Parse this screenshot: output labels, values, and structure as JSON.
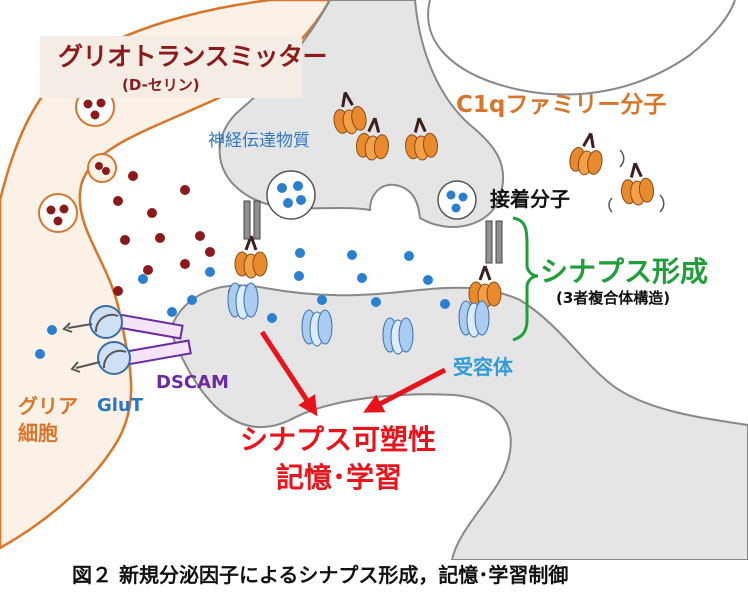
{
  "labels": {
    "gliotransmitter": "グリオトランスミッター",
    "dserine": "(D-セリン)",
    "c1q_family": "C1qファミリー分子",
    "neurotransmitter": "神経伝達物質",
    "adhesion": "接着分子",
    "synapse_formation": "シナプス形成",
    "ternary_complex": "(3者複合体構造)",
    "receptor": "受容体",
    "glia_line1": "グリア",
    "glia_line2": "細胞",
    "glut": "GluT",
    "dscam": "DSCAM",
    "plasticity": "シナプス可塑性",
    "memory": "記憶･学習",
    "caption": "図２ 新規分泌因子によるシナプス形成，記憶･学習制御"
  },
  "colors": {
    "glia_outline": "#d9752a",
    "glia_fill": "#fbf1e6",
    "neuron_fill": "#e5e5e5",
    "neuron_outline": "#888888",
    "dserine_dot": "#8b1a1a",
    "transmitter_dot": "#2a7fd0",
    "c1q": "#e88a2e",
    "arrow": "#e8141b",
    "bracket": "#1f9e3a",
    "dscam": "#6c2aa0",
    "glut": "#2a76c2"
  },
  "icons": {
    "c1q": "c1q-hexamer-icon",
    "receptor": "ampa-receptor-icon",
    "adhesion": "adhesion-molecule-icon",
    "vesicle": "synaptic-vesicle-icon",
    "transporter": "glutamate-transporter-icon"
  }
}
